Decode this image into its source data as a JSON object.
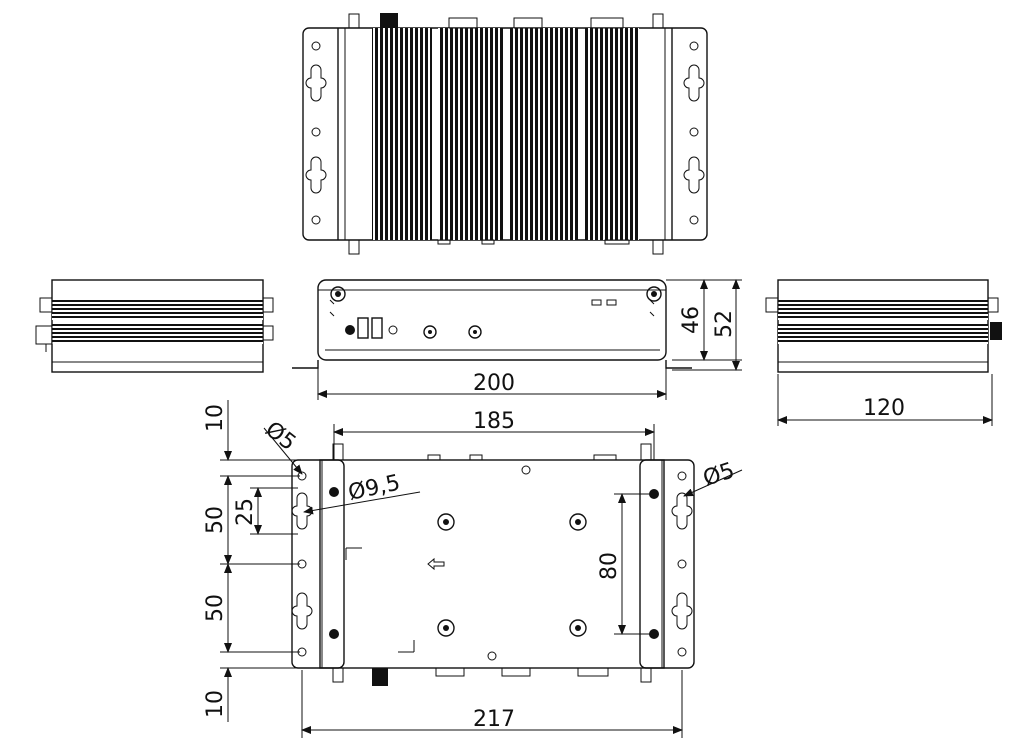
{
  "dimensions": {
    "top_width_front": "200",
    "height_46": "46",
    "height_52": "52",
    "side_depth": "120",
    "hole_span_185": "185",
    "total_width_217": "217",
    "dia_5_left": "Ø5",
    "dia_5_right": "Ø5",
    "dia_9_5": "Ø9,5",
    "v_80": "80",
    "v_10_top": "10",
    "v_50_a": "50",
    "v_25": "25",
    "v_50_b": "50",
    "v_10_bottom": "10"
  }
}
